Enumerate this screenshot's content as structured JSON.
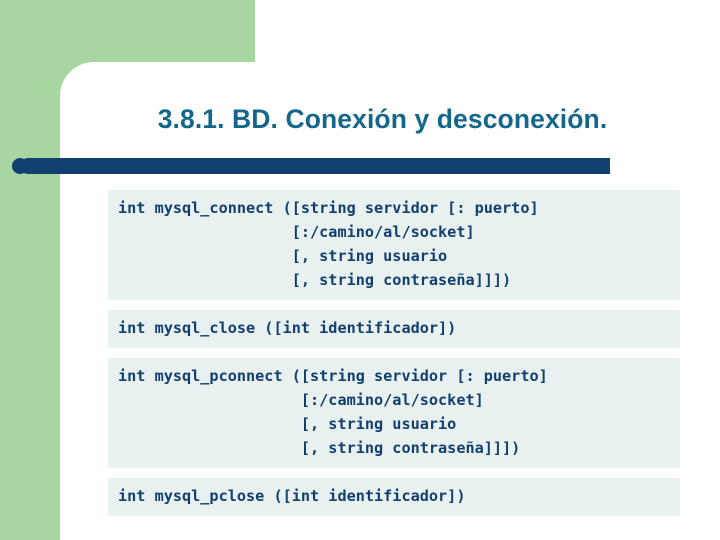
{
  "slide": {
    "title": "3.8.1. BD. Conexión y desconexión.",
    "accent_color": "#14678b",
    "bar_color": "#113f6e",
    "band_color": "#a8d6a0",
    "code_bg_color": "#e8f0f0",
    "code_blocks": [
      {
        "name": "mysql_connect",
        "text": "int mysql_connect ([string servidor [: puerto]\n                   [:/camino/al/socket]\n                   [, string usuario\n                   [, string contraseña]]])"
      },
      {
        "name": "mysql_close",
        "text": "int mysql_close ([int identificador])"
      },
      {
        "name": "mysql_pconnect",
        "text": "int mysql_pconnect ([string servidor [: puerto]\n                    [:/camino/al/socket]\n                    [, string usuario\n                    [, string contraseña]]])"
      },
      {
        "name": "mysql_pclose",
        "text": "int mysql_pclose ([int identificador])"
      }
    ]
  }
}
